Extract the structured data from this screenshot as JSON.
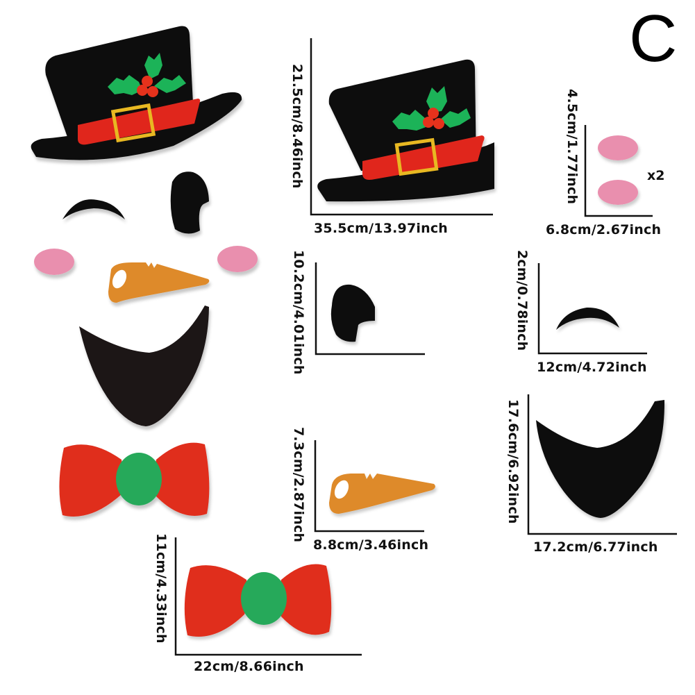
{
  "variant_letter": "C",
  "colors": {
    "felt_black": "#0d0d0d",
    "hat_band_red": "#e0281e",
    "buckle_gold": "#e8b820",
    "holly_green": "#1fb358",
    "berry_red": "#e5321f",
    "cheek_pink": "#e98fae",
    "carrot_orange": "#de8a2a",
    "bow_red": "#e02f1e",
    "bow_knot_green": "#25a95a",
    "mouth_black": "#1a1212"
  },
  "assembled_face": {
    "pieces": [
      "top-hat",
      "left-eyebrow",
      "right-eye",
      "left-cheek",
      "right-cheek",
      "carrot-nose",
      "mouth",
      "bow-tie"
    ]
  },
  "pieces": [
    {
      "id": "hat",
      "name": "Top hat",
      "height_label": "21.5cm/8.46inch",
      "width_label": "35.5cm/13.97inch"
    },
    {
      "id": "cheeks",
      "name": "Cheeks",
      "height_label": "4.5cm/1.77inch",
      "width_label": "6.8cm/2.67inch",
      "quantity": "x2"
    },
    {
      "id": "eye",
      "name": "Eye",
      "height_label": "10.2cm/4.01inch",
      "width_label": ""
    },
    {
      "id": "eyebrow",
      "name": "Eyebrow",
      "height_label": "2cm/0.78inch",
      "width_label": "12cm/4.72inch"
    },
    {
      "id": "nose",
      "name": "Carrot nose",
      "height_label": "7.3cm/2.87inch",
      "width_label": "8.8cm/3.46inch"
    },
    {
      "id": "mouth",
      "name": "Mouth",
      "height_label": "17.6cm/6.92inch",
      "width_label": "17.2cm/6.77inch"
    },
    {
      "id": "bowtie",
      "name": "Bow tie",
      "height_label": "11cm/4.33inch",
      "width_label": "22cm/8.66inch"
    }
  ]
}
